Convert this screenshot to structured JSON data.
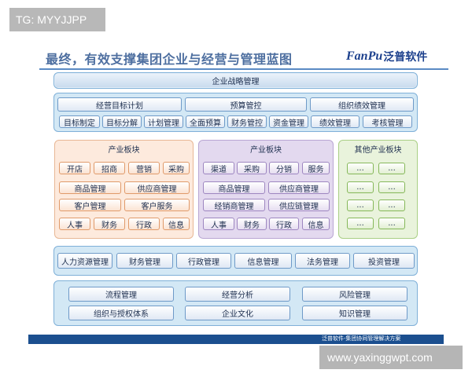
{
  "watermark_top": "TG: MYYJJPP",
  "watermark_bottom": "www.yaxinggwpt.com",
  "title": "最终，有效支撑集团企业与经营与管理蓝图",
  "brand": {
    "latin": "FanPu",
    "cn": "泛普软件"
  },
  "strategy": "企业战略管理",
  "goals": {
    "headers": [
      "经营目标计划",
      "预算管控",
      "组织绩效管理"
    ],
    "items": [
      "目标制定",
      "目标分解",
      "计划管理",
      "全面预算",
      "财务管控",
      "资金管理",
      "绩效管理",
      "考核管理"
    ]
  },
  "segment_a": {
    "title": "产业板块",
    "row1": [
      "开店",
      "招商",
      "营销",
      "采购"
    ],
    "row2": [
      "商品管理",
      "供应商管理"
    ],
    "row3": [
      "客户管理",
      "客户服务"
    ],
    "row4": [
      "人事",
      "财务",
      "行政",
      "信息"
    ]
  },
  "segment_b": {
    "title": "产业板块",
    "row1": [
      "渠道",
      "采购",
      "分销",
      "服务"
    ],
    "row2": [
      "商品管理",
      "供应商管理"
    ],
    "row3": [
      "经销商管理",
      "供应链管理"
    ],
    "row4": [
      "人事",
      "财务",
      "行政",
      "信息"
    ]
  },
  "segment_c": {
    "title": "其他产业板块",
    "cell": "..."
  },
  "shared_services": [
    "人力资源管理",
    "财务管理",
    "行政管理",
    "信息管理",
    "法务管理",
    "投资管理"
  ],
  "platform": {
    "row1": [
      "流程管理",
      "经营分析",
      "风险管理"
    ],
    "row2": [
      "组织与授权体系",
      "企业文化",
      "知识管理"
    ]
  },
  "footer": "泛普软件-集团协同管理解决方案",
  "colors": {
    "accent": "#1b4f8f",
    "orange": "#e09a6a",
    "purple": "#9d86c0",
    "green": "#86b85a"
  }
}
